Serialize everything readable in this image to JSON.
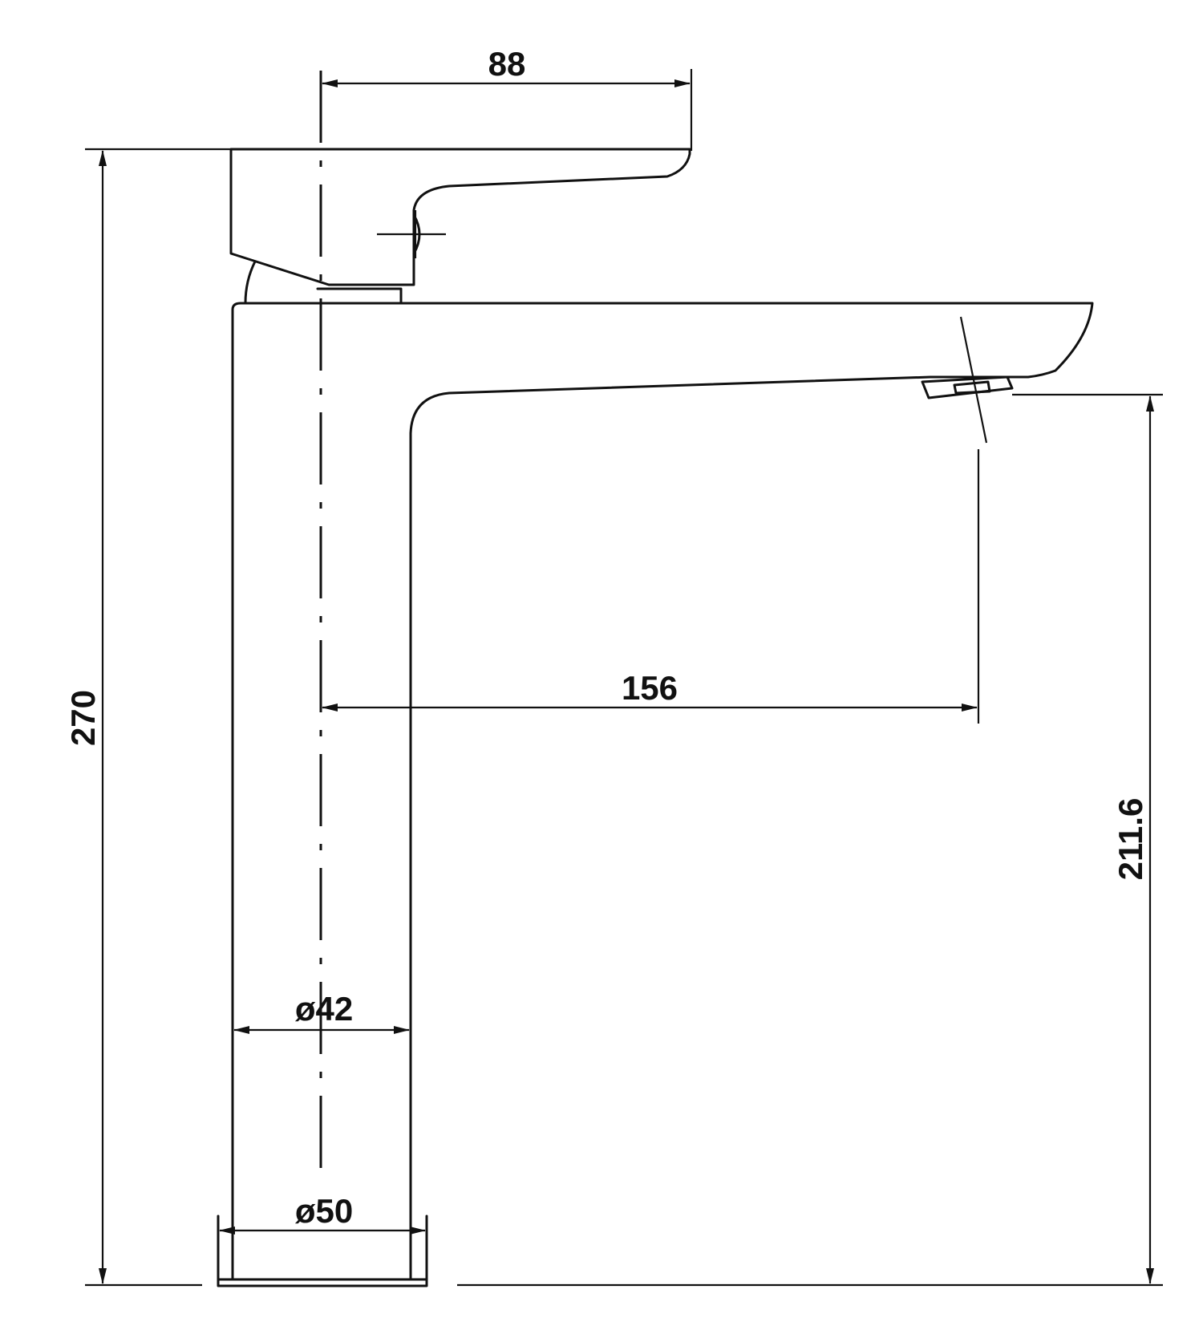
{
  "dimensions": {
    "handle_reach": "88",
    "total_height": "270",
    "spout_reach": "156",
    "spout_height": "211.6",
    "body_diameter": "ø42",
    "base_diameter": "ø50"
  }
}
